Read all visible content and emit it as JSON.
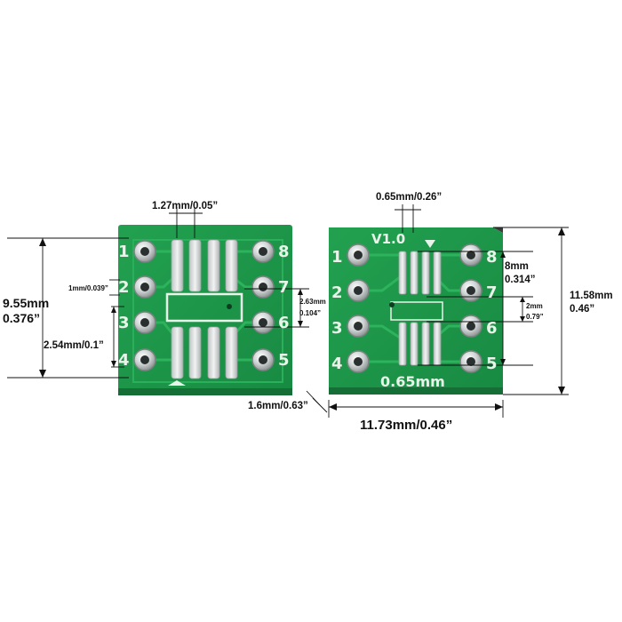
{
  "left_board": {
    "pin_labels": [
      "1",
      "2",
      "3",
      "4",
      "5",
      "6",
      "7",
      "8"
    ]
  },
  "right_board": {
    "pin_labels": [
      "1",
      "2",
      "3",
      "4",
      "5",
      "6",
      "7",
      "8"
    ],
    "version": "V1.0",
    "pitch": "0.65mm"
  },
  "dimensions": {
    "pitch_1_27": "1.27mm/0.05”",
    "height_9_55_a": "9.55mm",
    "height_9_55_b": "0.376”",
    "pad_1mm": "1mm/0.039”",
    "spacing_2_54": "2.54mm/0.1”",
    "pad_2_63_a": "2.63mm",
    "pad_2_63_b": "0.104”",
    "thickness": "1.6mm/0.63”",
    "pitch_0_65": "0.65mm/0.26”",
    "span_8mm_a": "8mm",
    "span_8mm_b": "0.314”",
    "gap_2mm_a": "2mm",
    "gap_2mm_b": "0.79”",
    "height_11_58_a": "11.58mm",
    "height_11_58_b": "0.46”",
    "width_11_73": "11.73mm/0.46”"
  },
  "colors": {
    "pcb_green": "#1f9a4b",
    "silkscreen": "#e9f3ea",
    "pad_silver": "#d9dcdc"
  }
}
